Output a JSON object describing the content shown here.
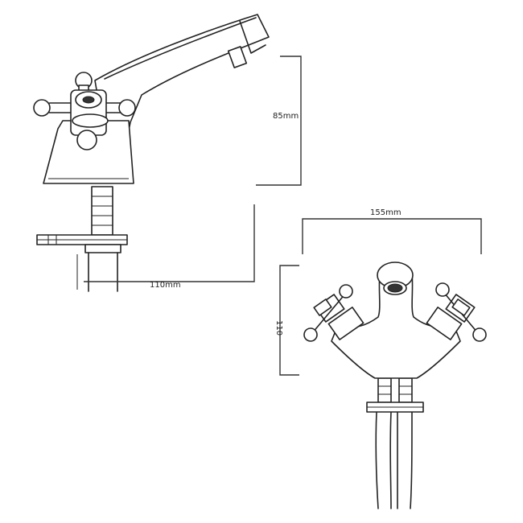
{
  "dimensions": {
    "side_height": "85mm",
    "side_reach": "110mm",
    "front_width": "155mm",
    "front_height": "110"
  }
}
